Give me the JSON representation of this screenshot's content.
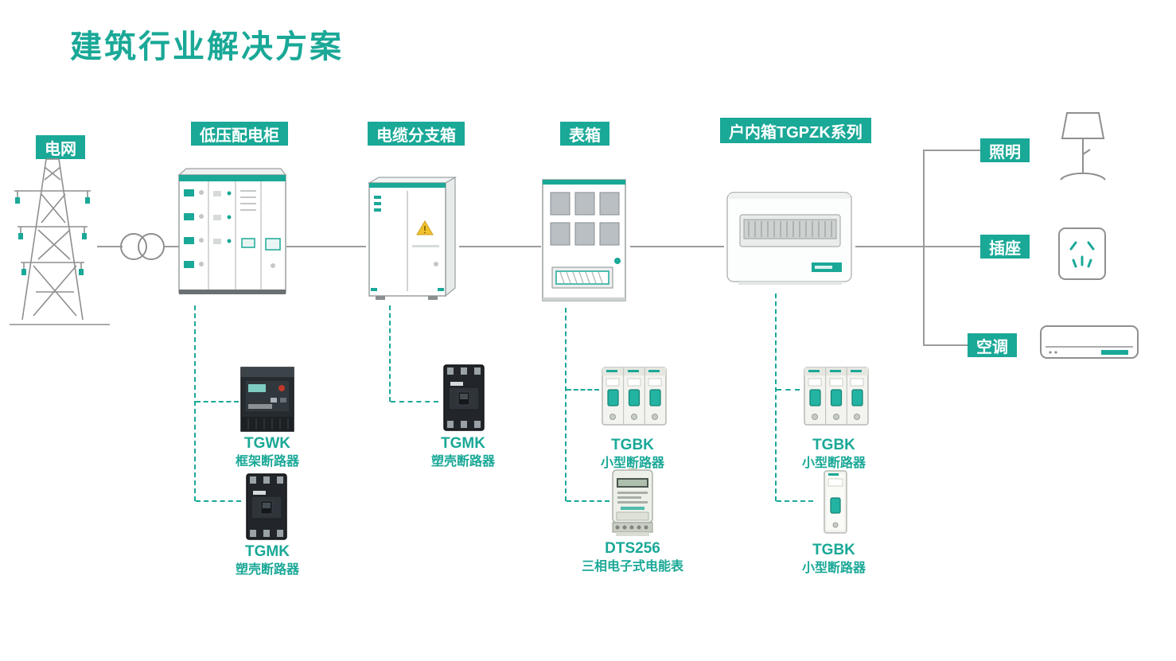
{
  "title": "建筑行业解决方案",
  "colors": {
    "accent": "#1AA897",
    "line": "#9B9B9B",
    "warning": "#F2C12E"
  },
  "nodes": {
    "grid": {
      "label": "电网"
    },
    "lv_cabinet": {
      "label": "低压配电柜"
    },
    "cable_branch_box": {
      "label": "电缆分支箱"
    },
    "meter_box": {
      "label": "表箱"
    },
    "indoor_box": {
      "label": "户内箱TGPZK系列"
    }
  },
  "loads": [
    {
      "label": "照明"
    },
    {
      "label": "插座"
    },
    {
      "label": "空调"
    }
  ],
  "products": [
    {
      "model": "TGWK",
      "name": "框架断路器"
    },
    {
      "model": "TGMK",
      "name": "塑壳断路器"
    },
    {
      "model": "TGMK",
      "name": "塑壳断路器"
    },
    {
      "model": "TGBK",
      "name": "小型断路器"
    },
    {
      "model": "DTS256",
      "name": "三相电子式电能表"
    },
    {
      "model": "TGBK",
      "name": "小型断路器"
    },
    {
      "model": "TGBK",
      "name": "小型断路器"
    }
  ]
}
